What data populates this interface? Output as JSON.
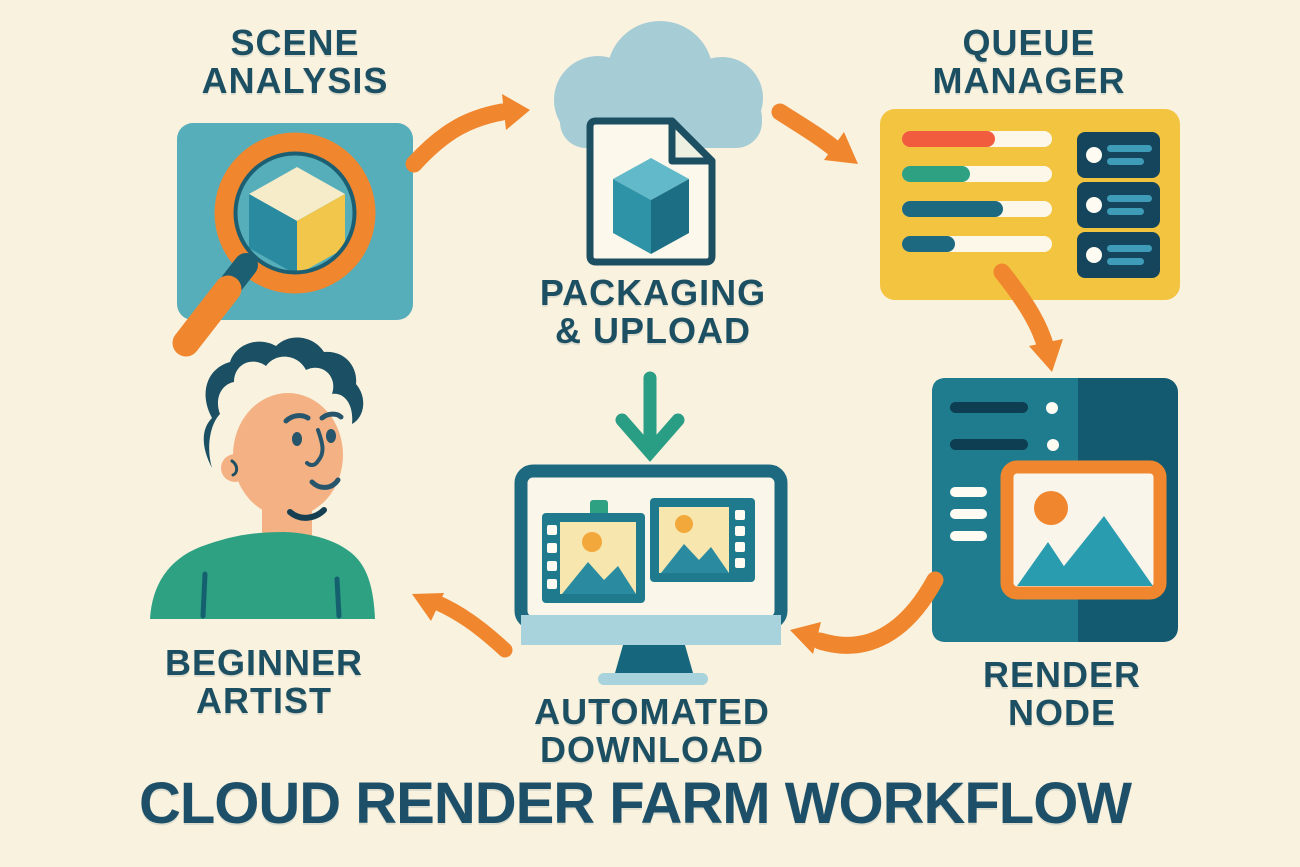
{
  "title": "CLOUD RENDER FARM WORKFLOW",
  "nodes": {
    "scene_analysis": {
      "line1": "SCENE",
      "line2": "ANALYSIS"
    },
    "packaging_upload": {
      "line1": "PACKAGING",
      "line2": "& UPLOAD"
    },
    "queue_manager": {
      "line1": "QUEUE",
      "line2": "MANAGER"
    },
    "render_node": {
      "line1": "RENDER",
      "line2": "NODE"
    },
    "automated_download": {
      "line1": "AUTOMATED",
      "line2": "DOWNLOAD"
    },
    "beginner_artist": {
      "line1": "BEGINNER",
      "line2": "ARTIST"
    }
  },
  "queue_manager_panel": {
    "progress_bars": [
      {
        "status_color": "#f15b3e",
        "fill_pct": 62
      },
      {
        "status_color": "#2ea183",
        "fill_pct": 45
      },
      {
        "status_color": "#1d6a80",
        "fill_pct": 67
      },
      {
        "status_color": "#1d6a80",
        "fill_pct": 35
      }
    ],
    "server_cards_count": 3
  },
  "palette": {
    "background": "#f9f2df",
    "ink": "#1d4f63",
    "arrow_orange": "#f0862e",
    "teal_panel": "#56aebb",
    "cloud_blue": "#a6ccd6",
    "queue_yellow": "#f3c440",
    "status_red": "#f15b3e",
    "status_green": "#2ea183",
    "deep_teal": "#1d6a80",
    "server_navy": "#14455c",
    "light_blue": "#a8d3dc",
    "paper_cream": "#fbf6e8",
    "skin": "#f4b183"
  }
}
